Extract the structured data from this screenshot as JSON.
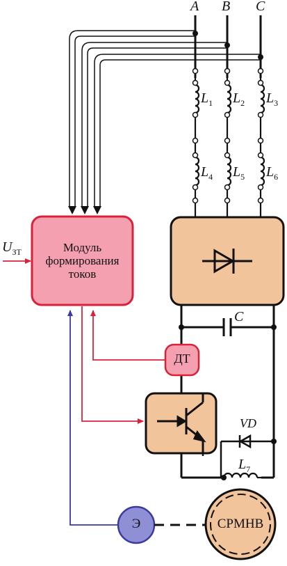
{
  "phases": [
    "A",
    "B",
    "C"
  ],
  "inductors_top": [
    {
      "symbol": "L",
      "index": "1"
    },
    {
      "symbol": "L",
      "index": "2"
    },
    {
      "symbol": "L",
      "index": "3"
    }
  ],
  "inductors_bottom": [
    {
      "symbol": "L",
      "index": "4"
    },
    {
      "symbol": "L",
      "index": "5"
    },
    {
      "symbol": "L",
      "index": "6"
    }
  ],
  "input_signal": {
    "symbol": "U",
    "subscript": "ЗТ"
  },
  "control_block": {
    "line1": "Модуль",
    "line2": "формирования",
    "line3": "токов"
  },
  "capacitor": {
    "symbol": "C"
  },
  "current_sensor": {
    "label": "ДТ"
  },
  "diode": {
    "symbol": "VD"
  },
  "choke": {
    "symbol": "L",
    "index": "7"
  },
  "encoder": {
    "label": "Э"
  },
  "motor": {
    "label": "СРМНВ"
  },
  "colors": {
    "control_fill": "#f4a0b0",
    "control_stroke": "#d9223a",
    "converter_fill": "#f2c49b",
    "encoder_fill": "#8f8fd6",
    "encoder_stroke": "#3a3aa0",
    "signal_red": "#d9223a",
    "signal_blue": "#3a3aa0",
    "wire": "#111111"
  }
}
